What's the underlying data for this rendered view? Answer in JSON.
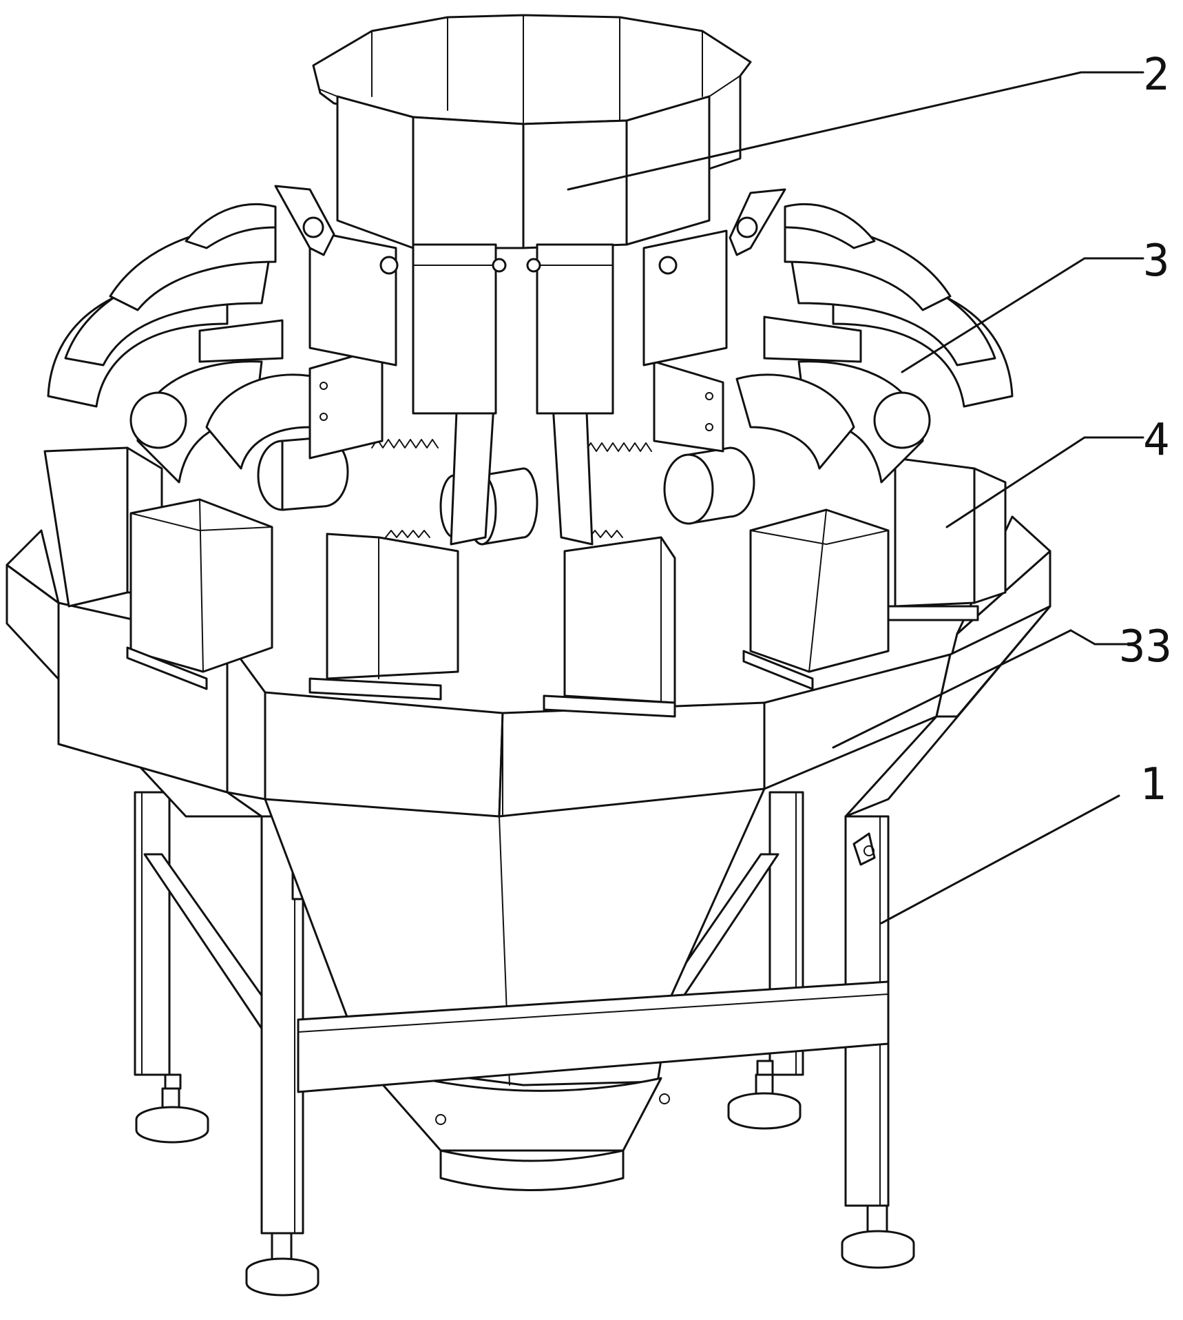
{
  "figure": {
    "callouts": [
      {
        "id": "part-2",
        "label": "2"
      },
      {
        "id": "part-3",
        "label": "3"
      },
      {
        "id": "part-4",
        "label": "4"
      },
      {
        "id": "part-33",
        "label": "33"
      },
      {
        "id": "part-1",
        "label": "1"
      }
    ]
  },
  "colors": {
    "line": "#111111",
    "background": "#ffffff"
  }
}
